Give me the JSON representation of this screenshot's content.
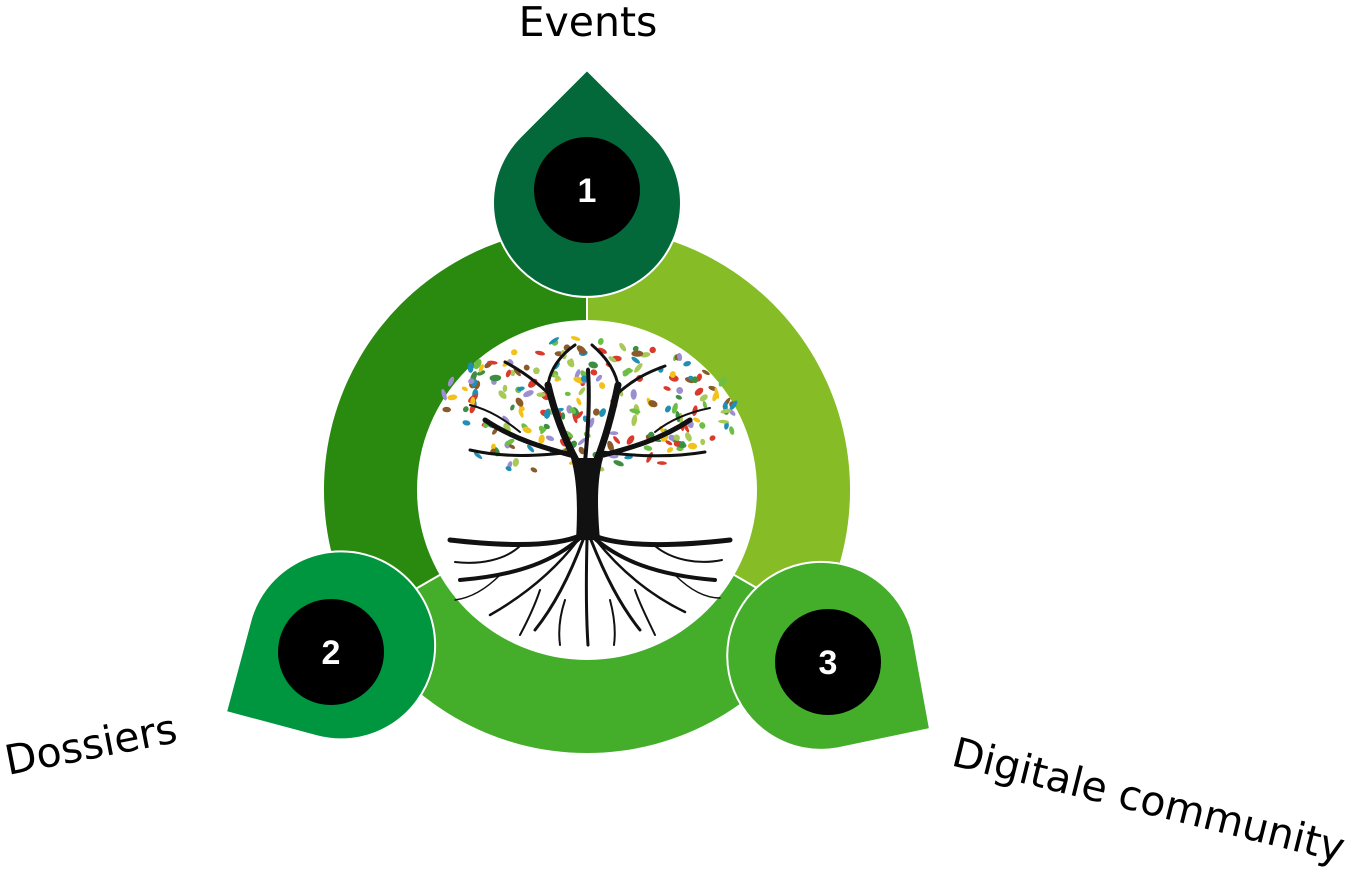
{
  "diagram": {
    "steps": [
      {
        "number": "1",
        "label": "Events",
        "pin_color": "#04693A"
      },
      {
        "number": "2",
        "label": "Dossiers",
        "pin_color": "#00953F"
      },
      {
        "number": "3",
        "label": "Digitale community",
        "pin_color": "#44AE2B"
      }
    ],
    "ring_colors": {
      "left_segment": "#2A8A0F",
      "right_segment": "#86BC25",
      "bottom_segment": "#44AE2B"
    },
    "badge_color": "#000000",
    "center_image": "tree-of-life-icon"
  }
}
